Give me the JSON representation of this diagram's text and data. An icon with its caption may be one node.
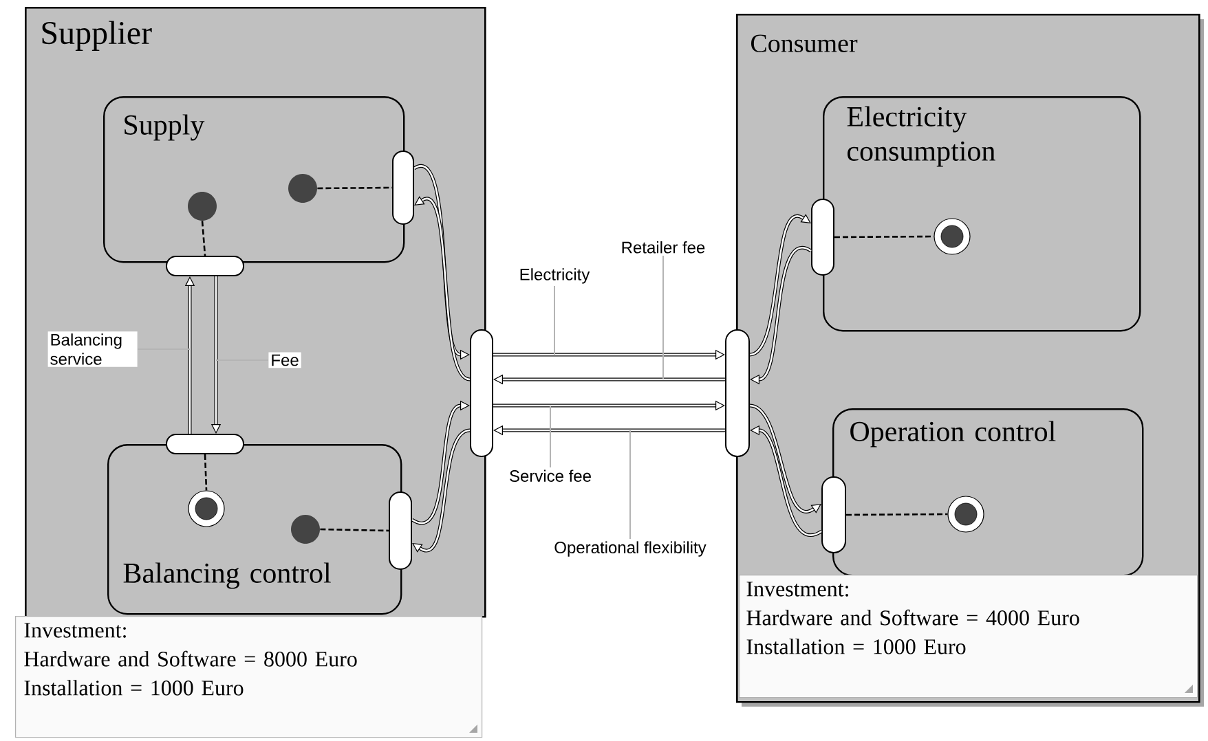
{
  "diagram": {
    "nodes": [
      {
        "text": [
          "Supplier"
        ]
      },
      {
        "text": [
          "Supply"
        ],
        "in": 0
      },
      {
        "text": [
          "Balancing control"
        ],
        "in": 0
      },
      {
        "text": [
          "Consumer"
        ]
      },
      {
        "text": [
          "Electricity consumption"
        ],
        "in": 3
      },
      {
        "text": [
          "Operation control"
        ],
        "in": 3
      },
      {
        "text": [
          "Investment:",
          "Hardware and Software = 8000 Euro",
          "Installation = 1000 Euro"
        ]
      },
      {
        "text": [
          "Investment:",
          "Hardware and Software = 4000 Euro",
          "Installation = 1000 Euro"
        ],
        "in": 3
      },
      {
        "text": [],
        "shape": "capsule",
        "in": 0
      },
      {
        "text": [],
        "shape": "capsule",
        "in": 0
      },
      {
        "text": [],
        "shape": "capsule"
      },
      {
        "text": [],
        "shape": "capsule",
        "in": 0
      },
      {
        "text": [],
        "shape": "capsule",
        "in": 0
      },
      {
        "text": [],
        "shape": "capsule"
      },
      {
        "text": [],
        "shape": "capsule",
        "in": 3
      },
      {
        "text": [],
        "shape": "capsule",
        "in": 3
      },
      {
        "text": [],
        "shape": "circle",
        "in": 1
      },
      {
        "text": [],
        "shape": "circle",
        "in": 1
      },
      {
        "text": [],
        "shape": "bullseye",
        "in": 2
      },
      {
        "text": [],
        "shape": "circle",
        "in": 2
      },
      {
        "text": [],
        "shape": "bullseye",
        "in": 4
      },
      {
        "text": [],
        "shape": "bullseye",
        "in": 5
      },
      {
        "text": [
          "Balancing service"
        ],
        "in": 0
      },
      {
        "text": [
          "Fee"
        ],
        "in": 0
      },
      {
        "text": [
          "Electricity"
        ]
      },
      {
        "text": [
          "Retailer fee"
        ]
      },
      {
        "text": [
          "Service fee"
        ]
      },
      {
        "text": [
          "Operational flexibility"
        ]
      }
    ],
    "edges": [
      {
        "from": 16,
        "to": 8,
        "arrow": "none",
        "style": "dashed"
      },
      {
        "from": 17,
        "to": 9,
        "arrow": "none",
        "style": "dashed"
      },
      {
        "from": 11,
        "to": 18,
        "arrow": "none",
        "style": "dashed"
      },
      {
        "from": 19,
        "to": 12,
        "arrow": "none",
        "style": "dashed"
      },
      {
        "from": 14,
        "to": 20,
        "arrow": "none",
        "style": "dashed"
      },
      {
        "from": 15,
        "to": 21,
        "arrow": "none",
        "style": "dashed"
      },
      {
        "from": 11,
        "to": 9,
        "arrow": "to"
      },
      {
        "from": 9,
        "to": 11,
        "arrow": "to"
      },
      {
        "from": 8,
        "to": 10,
        "arrow": "to"
      },
      {
        "from": 10,
        "to": 8,
        "arrow": "to"
      },
      {
        "from": 12,
        "to": 10,
        "arrow": "to"
      },
      {
        "from": 10,
        "to": 12,
        "arrow": "to"
      },
      {
        "from": 10,
        "to": 13,
        "arrow": "to"
      },
      {
        "from": 13,
        "to": 10,
        "arrow": "to"
      },
      {
        "from": 10,
        "to": 13,
        "arrow": "to"
      },
      {
        "from": 13,
        "to": 10,
        "arrow": "to"
      },
      {
        "from": 13,
        "to": 14,
        "arrow": "to"
      },
      {
        "from": 14,
        "to": 13,
        "arrow": "to"
      },
      {
        "from": 13,
        "to": 15,
        "arrow": "to"
      },
      {
        "from": 15,
        "to": 13,
        "arrow": "to"
      },
      {
        "from": 22,
        "to": null,
        "arrow": "none",
        "color": "#b4b4b4"
      },
      {
        "from": 23,
        "to": null,
        "arrow": "none",
        "color": "#b4b4b4"
      },
      {
        "from": 24,
        "to": null,
        "arrow": "none",
        "color": "#b4b4b4"
      },
      {
        "from": 25,
        "to": null,
        "arrow": "none",
        "color": "#b4b4b4"
      },
      {
        "from": 26,
        "to": null,
        "arrow": "none",
        "color": "#b4b4b4"
      },
      {
        "from": 27,
        "to": null,
        "arrow": "none",
        "color": "#b4b4b4"
      }
    ]
  }
}
